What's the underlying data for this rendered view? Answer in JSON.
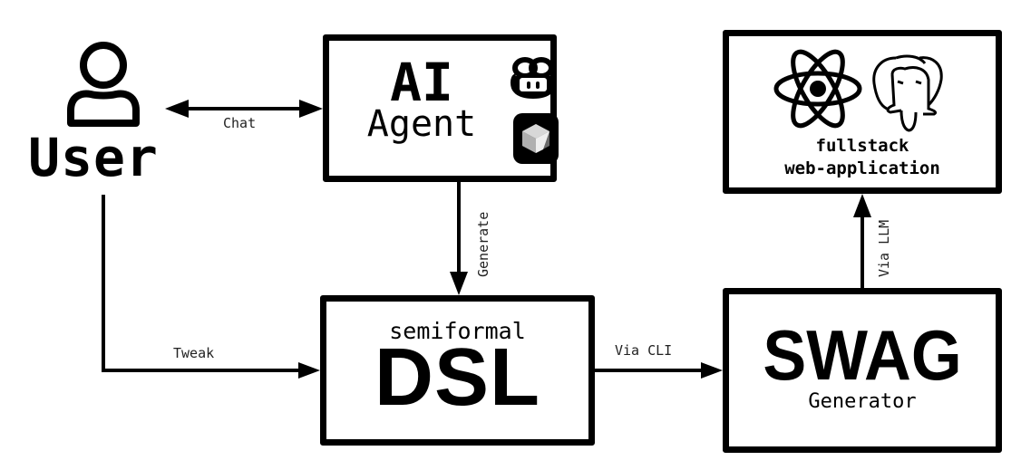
{
  "diagram": {
    "nodes": {
      "user": {
        "label": "User",
        "icon": "user-icon"
      },
      "ai_agent": {
        "title": "AI",
        "subtitle": "Agent",
        "icons": [
          "copilot-icon",
          "cube-app-icon"
        ]
      },
      "dsl": {
        "subtitle": "semiformal",
        "title": "DSL"
      },
      "swag": {
        "title": "SWAG",
        "subtitle": "Generator"
      },
      "fullstack": {
        "line1": "fullstack",
        "line2": "web-application",
        "icons": [
          "react-icon",
          "postgresql-icon"
        ]
      }
    },
    "edges": [
      {
        "from": "user",
        "to": "ai_agent",
        "label": "Chat",
        "bidirectional": true
      },
      {
        "from": "ai_agent",
        "to": "dsl",
        "label": "Generate"
      },
      {
        "from": "user",
        "to": "dsl",
        "label": "Tweak"
      },
      {
        "from": "dsl",
        "to": "swag",
        "label": "Via CLI"
      },
      {
        "from": "swag",
        "to": "fullstack",
        "label": "Via LLM"
      }
    ]
  },
  "colors": {
    "stroke": "#000000",
    "background": "#ffffff",
    "label": "#222222"
  }
}
